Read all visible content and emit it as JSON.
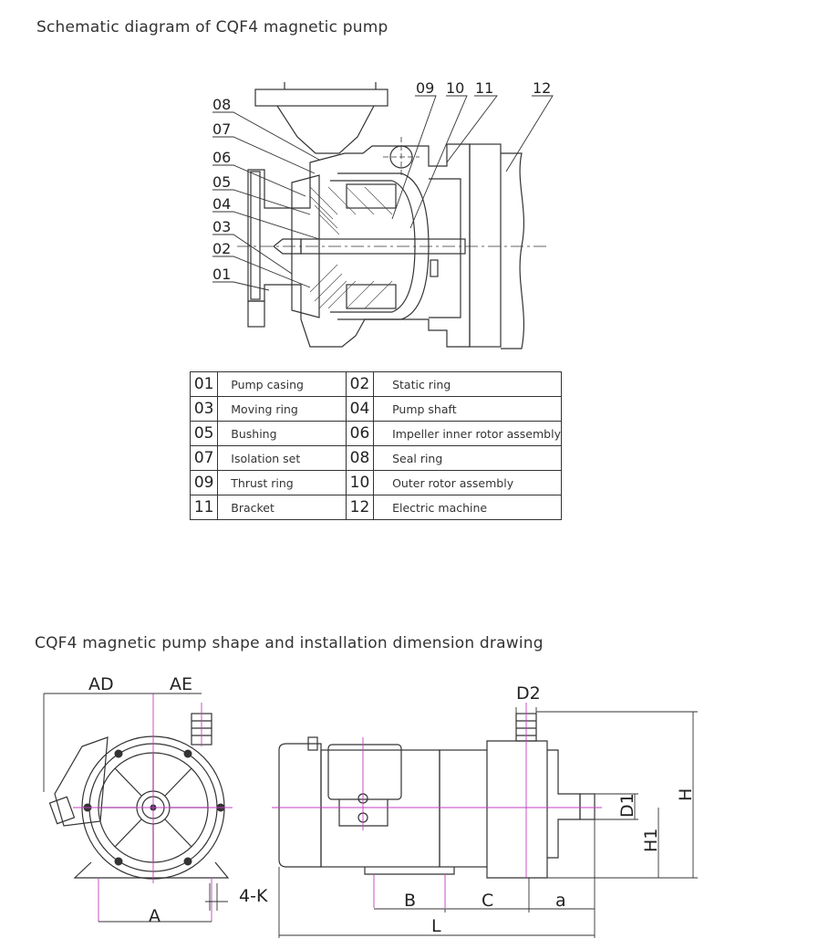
{
  "titles": {
    "schematic": "Schematic diagram of CQF4 magnetic pump",
    "dimension": "CQF4 magnetic pump shape and installation dimension drawing"
  },
  "callouts": [
    "08",
    "07",
    "06",
    "05",
    "04",
    "03",
    "02",
    "01",
    "09",
    "10",
    "11",
    "12"
  ],
  "parts": [
    {
      "left_num": "01",
      "left_name": "Pump casing",
      "right_num": "02",
      "right_name": "Static ring"
    },
    {
      "left_num": "03",
      "left_name": "Moving ring",
      "right_num": "04",
      "right_name": "Pump shaft"
    },
    {
      "left_num": "05",
      "left_name": "Bushing",
      "right_num": "06",
      "right_name": "Impeller inner rotor assembly"
    },
    {
      "left_num": "07",
      "left_name": "Isolation set",
      "right_num": "08",
      "right_name": "Seal ring"
    },
    {
      "left_num": "09",
      "left_name": "Thrust ring",
      "right_num": "10",
      "right_name": "Outer rotor assembly"
    },
    {
      "left_num": "11",
      "left_name": "Bracket",
      "right_num": "12",
      "right_name": "Electric machine"
    }
  ],
  "dimensions": {
    "AD": "AD",
    "AE": "AE",
    "A": "A",
    "K": "4-K",
    "D2": "D2",
    "D1": "D1",
    "H": "H",
    "H1": "H1",
    "B": "B",
    "C": "C",
    "a": "a",
    "L": "L"
  },
  "colors": {
    "line": "#333333",
    "center_line": "#c23fc2",
    "table_border": "#333333"
  }
}
